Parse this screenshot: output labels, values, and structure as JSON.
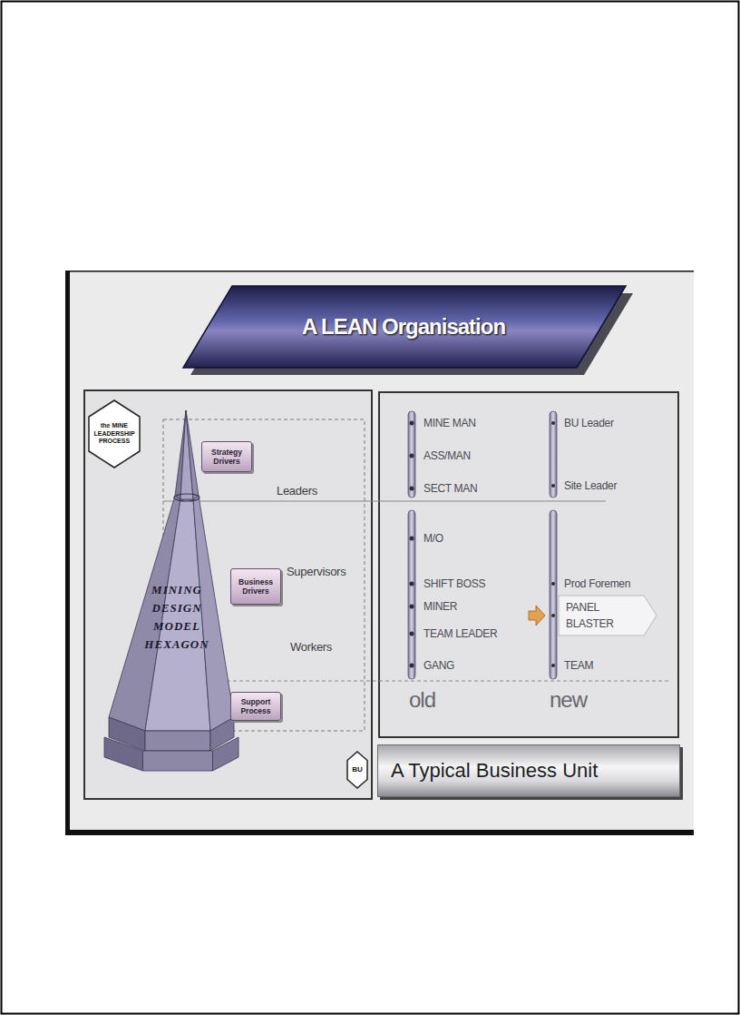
{
  "diagram": {
    "title": "A LEAN Organisation",
    "nodes": [
      {
        "text": [
          "the MINE LEADERSHIP PROCESS"
        ]
      },
      {
        "text": [
          "Strategy Drivers"
        ]
      },
      {
        "text": [
          "Business Drivers"
        ]
      },
      {
        "text": [
          "MINING DESIGN MODEL HEXAGON"
        ]
      },
      {
        "text": [
          "Support Process"
        ]
      },
      {
        "text": [
          "BU"
        ]
      },
      {
        "text": [
          "A Typical Business Unit"
        ]
      }
    ],
    "labels": [
      "Leaders",
      "Supervisors",
      "Workers",
      "MINE MAN",
      "ASS/MAN",
      "SECT MAN",
      "BU Leader",
      "Site Leader",
      "M/O",
      "SHIFT BOSS",
      "MINER",
      "TEAM LEADER",
      "GANG",
      "Prod Foremen",
      "PANEL BLASTER",
      "TEAM",
      "old",
      "new"
    ]
  }
}
